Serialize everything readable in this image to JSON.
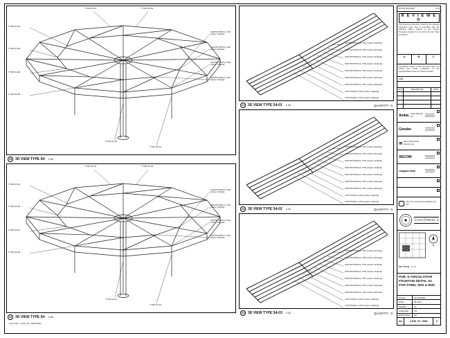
{
  "panels": {
    "left": [
      {
        "bubble": "25",
        "label": "3D VIEW TYPE S4",
        "scale": "1:50",
        "annotations": [
          "TYPE S4-04",
          "TYPE S4-05",
          "TYPE S4-06",
          "TYPE S4-08",
          "SHS75X75X5mm THK (GALV. ANGLE)",
          "SHS75X75X5mm THK (GALV. ANGLE)",
          "SHS75X75X5mm THK (GALV. ANGLE)",
          "SHS75X75X5mm THK (GALV. ANGLE)",
          "TYPE S4-01",
          "TYPE S4-02",
          "TYPE S4-10",
          "TYPE S4-12"
        ]
      },
      {
        "bubble": "26",
        "label": "3D VIEW TYPE S4",
        "scale": "1:50",
        "annotations": [
          "TYPE S4-03",
          "TYPE S4-05",
          "TYPE S4-07",
          "TYPE S4-09",
          "SHS75X75X5mm THK (GALV. ANGLE)",
          "SHS75X75X5mm THK (GALV. ANGLE)",
          "SHS75X75X5mm THK (GALV. ANGLE)",
          "SHS75X75X5mm THK (GALV. ANGLE)",
          "TYPE S4-01",
          "TYPE S4-02",
          "TYPE S4-11",
          "TYPE S4-12"
        ]
      }
    ],
    "middle": [
      {
        "bubble": "22",
        "label": "3D VIEW TYPE S4-01",
        "scale": "1:20",
        "quantity": "QUANTITY : 8",
        "annotations": [
          "SHS75X75X5mm THK (GALV. ANGLE)",
          "SHS75X75X5mm THK (GALV. ANGLE)",
          "SHS75X75X5mm THK (GALV. ANGLE)",
          "SHS75X75X5mm THK (GALV. ANGLE)",
          "SHS75X75X5mm THK (GALV. ANGLE)",
          "SHS75X75X5mm THK (GALV. ANGLE)",
          "SHS75X75X5mm THK (GALV. ANGLE)",
          "L75X75X6mm THK (GALV. ANGLE)",
          "L75X75X6mm THK (GALV. ANGLE)"
        ]
      },
      {
        "bubble": "23",
        "label": "3D VIEW TYPE S4-02",
        "scale": "1:20",
        "quantity": "QUANTITY : 8",
        "annotations": [
          "SHS75X75X5mm THK (GALV. ANGLE)",
          "SHS75X75X5mm THK (GALV. ANGLE)",
          "SHS75X75X5mm THK (GALV. ANGLE)",
          "SHS75X75X5mm THK (GALV. ANGLE)",
          "SHS75X75X5mm THK (GALV. ANGLE)",
          "SHS75X75X5mm THK (GALV. ANGLE)",
          "SHS75X75X5mm THK (GALV. ANGLE)",
          "L75X75X6mm THK (GALV. ANGLE)",
          "L75X75X6mm THK (GALV. ANGLE)"
        ]
      },
      {
        "bubble": "24",
        "label": "3D VIEW TYPE S4-03",
        "scale": "1:20",
        "quantity": "QUANTITY : 8",
        "annotations": [
          "SHS75X75X5mm THK (GALV. ANGLE)",
          "SHS75X75X5mm THK (GALV. ANGLE)",
          "SHS75X75X5mm THK (GALV. ANGLE)",
          "SHS75X75X5mm THK (GALV. ANGLE)",
          "SHS75X75X5mm THK (GALV. ANGLE)",
          "SHS75X75X5mm THK (GALV. ANGLE)",
          "SHS75X75X5mm THK (GALV. ANGLE)",
          "L75X75X6mm THK (GALV. ANGLE)",
          "L75X75X6mm THK (GALV. ANGLE)"
        ]
      }
    ]
  },
  "titleblock": {
    "ref_left": "SD 5342 DWG REF",
    "ref_right": "R 05",
    "reviewed": {
      "title": "R E V I E W E D",
      "body": "This document has been noted by the relevant consultant team and is provided with the following status referral to the Project Procedure Section 5.4 for action by the Trade Contractor.",
      "cols": [
        "A",
        "B",
        "C"
      ],
      "note": "Consultant review of this document does not relieve the Trade Contractor of his responsibilities under the Trade Contract.",
      "date_label": "Date :"
    },
    "rev_table": {
      "headers": [
        "REV",
        "DESCRIPTION",
        "DATE"
      ]
    },
    "consultants": [
      {
        "logo": "Aedas",
        "name": "Aedas (Macau) Ltd."
      },
      {
        "logo": "Gensler",
        "name": "Gensler"
      },
      {
        "logo": "≋",
        "name": "Beca Professional Services Ltd."
      },
      {
        "logo": "AECOM",
        "name": "AECOM"
      },
      {
        "logo": "Langdon Seah",
        "name": "Langdon & Seah"
      }
    ],
    "contractor": "Yau Lee Construction (Macau) Co., Ltd.",
    "seal_title": "Cotai Parcel 3",
    "key_plan": {
      "label": "KEY PLAN",
      "scale": "1 : 2",
      "north": "N"
    },
    "title_lines": [
      "PUB. & CIRCULATION",
      "FOUNTAIN DETAIL S4",
      "FOR STEEL SHS & RHS"
    ],
    "info_rows": [
      {
        "label": "SCALE",
        "value": "AS SHOWN"
      },
      {
        "label": "DATE",
        "value": "06.2013"
      },
      {
        "label": "DRAWN",
        "value": "SL"
      },
      {
        "label": "CHECKED",
        "value": "KH"
      },
      {
        "label": "APPROVED",
        "value": "WT"
      }
    ],
    "dwg_no": {
      "size": "A3",
      "number": "4-P3S_PC_0595",
      "rev": "0"
    }
  },
  "footer": {
    "cad_file": "CAD FILE : 4-P3S_PC_0595.DWG"
  }
}
